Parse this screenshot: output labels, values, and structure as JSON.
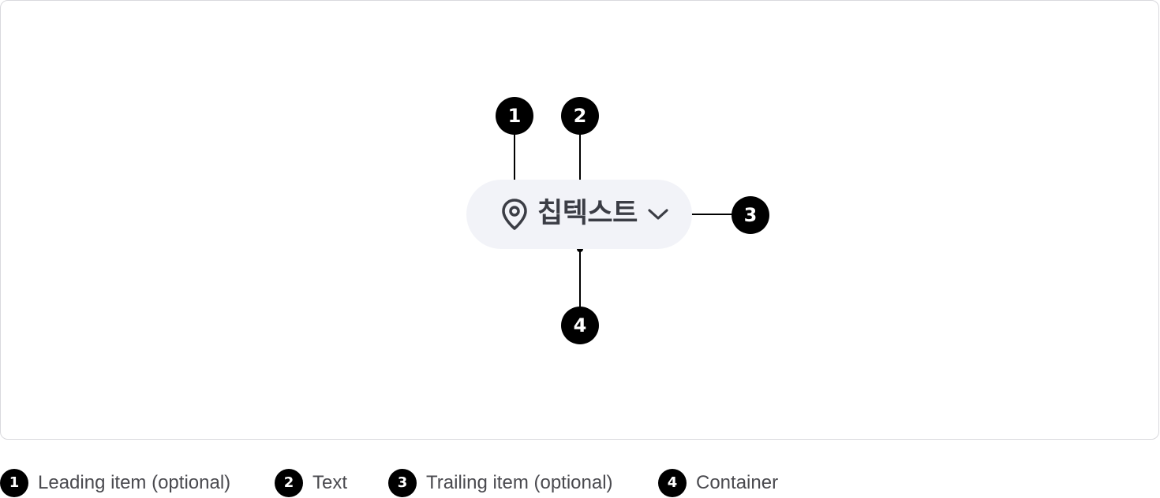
{
  "chip": {
    "text": "칩텍스트",
    "leading_icon": "location-pin-icon",
    "trailing_icon": "chevron-down-icon",
    "background_color": "#f2f3f8",
    "text_color": "#3b3d45"
  },
  "callouts": [
    {
      "number": "1"
    },
    {
      "number": "2"
    },
    {
      "number": "3"
    },
    {
      "number": "4"
    }
  ],
  "legend": [
    {
      "number": "1",
      "label": "Leading item (optional)"
    },
    {
      "number": "2",
      "label": "Text"
    },
    {
      "number": "3",
      "label": "Trailing item (optional)"
    },
    {
      "number": "4",
      "label": "Container"
    }
  ],
  "colors": {
    "badge": "#000000",
    "border": "#d9d9dd"
  }
}
